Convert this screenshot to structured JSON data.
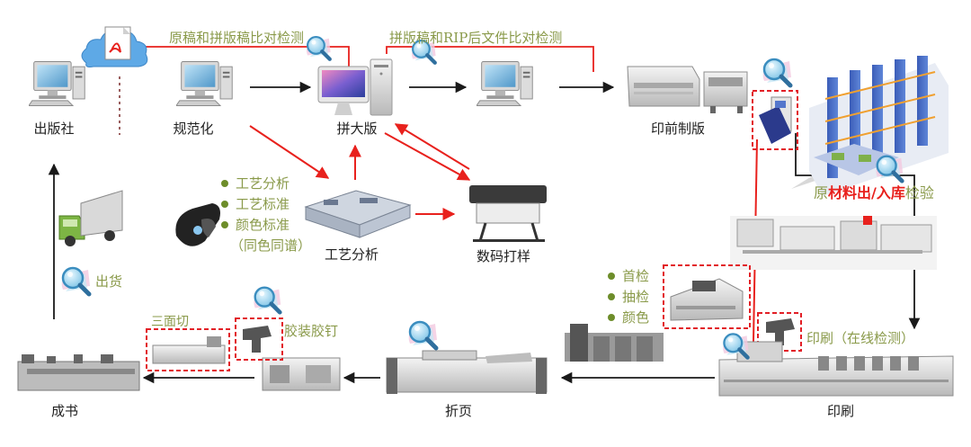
{
  "nodes": {
    "publisher": "出版社",
    "normalize": "规范化",
    "imposition": "拼大版",
    "prepress": "印前制版",
    "process_analysis": "工艺分析",
    "digital_proof": "数码打样",
    "printing": "印刷",
    "folding": "折页",
    "finished_book": "成书"
  },
  "checks": {
    "original_vs_imposed": "原稿和拼版稿比对检测",
    "imposed_vs_rip": "拼版稿和RIP后文件比对检测",
    "material_in_out_prefix": "原",
    "material_in_out_highlight": "材料出/入库",
    "material_in_out_suffix": "检验",
    "online_inspection": "印刷（在线检测）",
    "shipping": "出货",
    "binding": "胶装胶钉",
    "three_side_trim": "三面切"
  },
  "process_list": [
    "工艺分析",
    "工艺标准",
    "颜色标准",
    "（同色同谱）"
  ],
  "press_checks": [
    "首检",
    "抽检",
    "颜色"
  ],
  "colors": {
    "accent_red": "#e8211d",
    "check_olive": "#8a9a4a",
    "bullet_green": "#6d8d2a",
    "arrow_black": "#1a1a1a",
    "dashed_red": "#e21f26"
  },
  "icons": [
    "magnifier-icon",
    "pdf-cloud-icon",
    "computer-icon",
    "imac-icon",
    "truck-icon",
    "printer-icon",
    "warehouse-icon"
  ]
}
